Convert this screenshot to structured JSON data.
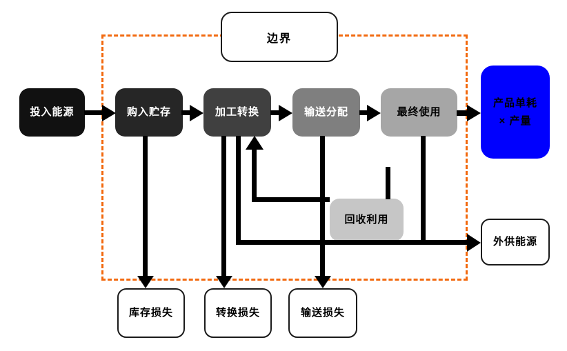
{
  "diagram": {
    "boundary": {
      "label": "边界"
    },
    "nodes": {
      "input_energy": {
        "label": "投入能源",
        "bg": "#111111"
      },
      "purchase_storage": {
        "label": "购入贮存",
        "bg": "#262626"
      },
      "processing_conversion": {
        "label": "加工转换",
        "bg": "#404040"
      },
      "transmission_distribution": {
        "label": "输送分配",
        "bg": "#7f7f7f"
      },
      "final_use": {
        "label": "最终使用",
        "bg": "#a6a6a6"
      },
      "product_consumption": {
        "line1": "产品单耗",
        "line2": "× 产量",
        "bg": "#0000fe"
      },
      "recycling": {
        "label": "回收利用",
        "bg": "#c6c6c6"
      },
      "external_energy": {
        "label": "外供能源",
        "bg": "#ffffff"
      },
      "inventory_loss": {
        "label": "库存损失",
        "bg": "#ffffff"
      },
      "conversion_loss": {
        "label": "转换损失",
        "bg": "#ffffff"
      },
      "transmission_loss": {
        "label": "输送损失",
        "bg": "#ffffff"
      }
    },
    "colors": {
      "boundary_dash": "#f2690e",
      "connector": "#000000",
      "canvas_bg": "#ffffff"
    }
  }
}
